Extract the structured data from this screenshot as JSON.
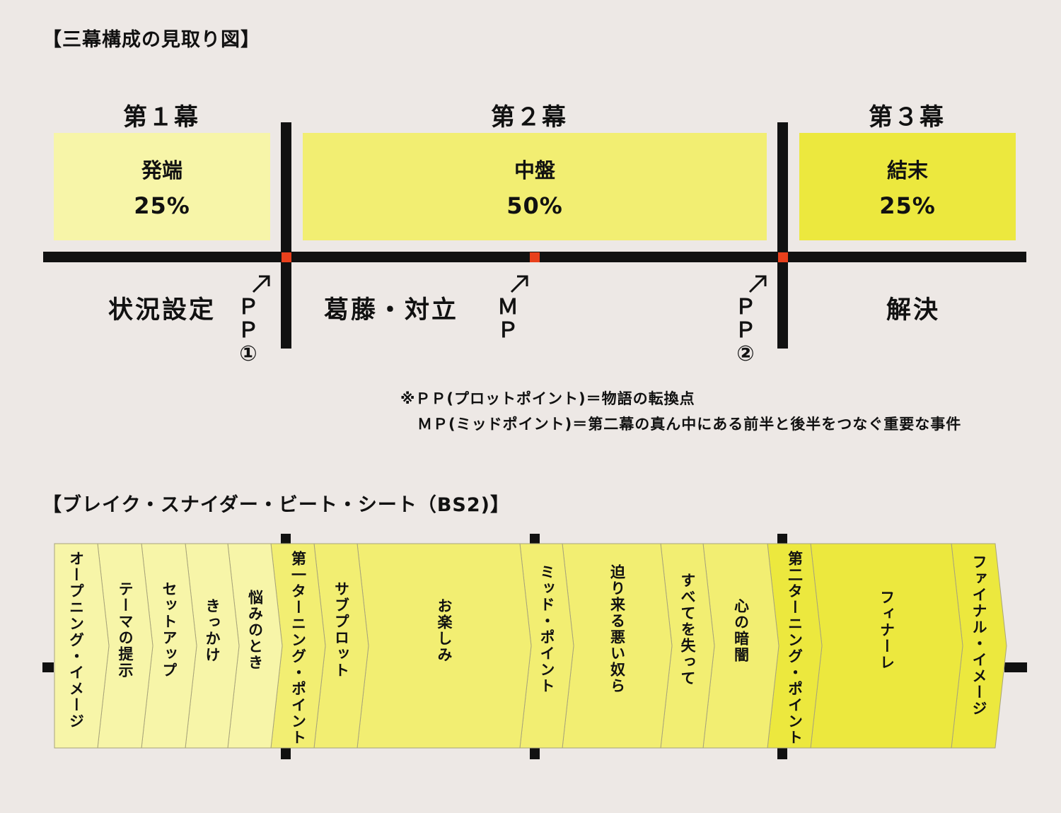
{
  "section1": {
    "title": "【三幕構成の見取り図】",
    "acts": [
      {
        "label": "第１幕",
        "box_name": "発端",
        "box_pct": "25%",
        "color": "#f7f5a8",
        "below": "状況設定"
      },
      {
        "label": "第２幕",
        "box_name": "中盤",
        "box_pct": "50%",
        "color": "#f2ee72",
        "below": "葛藤・対立"
      },
      {
        "label": "第３幕",
        "box_name": "結末",
        "box_pct": "25%",
        "color": "#ece83e",
        "below": "解決"
      }
    ],
    "points": [
      {
        "text": "ＰＰ①"
      },
      {
        "text": "ＭＰ"
      },
      {
        "text": "ＰＰ②"
      }
    ],
    "notes": [
      "※ＰＰ(プロットポイント)＝物語の転換点",
      "ＭＰ(ミッドポイント)＝第二幕の真ん中にある前半と後半をつなぐ重要な事件"
    ],
    "colors": {
      "bar": "#111111",
      "marker": "#e8401c"
    }
  },
  "section2": {
    "title": "【ブレイク・スナイダー・ビート・シート（BS2)】",
    "beats": [
      {
        "label": "オープニング・イメージ",
        "group": 1
      },
      {
        "label": "テーマの提示",
        "group": 1
      },
      {
        "label": "セットアップ",
        "group": 1
      },
      {
        "label": "きっかけ",
        "group": 1
      },
      {
        "label": "悩みのとき",
        "group": 1
      },
      {
        "label": "第一ターニング・ポイント",
        "group": 2
      },
      {
        "label": "サブプロット",
        "group": 2
      },
      {
        "label": "お楽しみ",
        "group": 2
      },
      {
        "label": "ミッド・ポイント",
        "group": 2
      },
      {
        "label": "迫り来る悪い奴ら",
        "group": 2
      },
      {
        "label": "すべてを失って",
        "group": 2
      },
      {
        "label": "心の暗闇",
        "group": 2
      },
      {
        "label": "第二ターニング・ポイント",
        "group": 3
      },
      {
        "label": "フィナーレ",
        "group": 3
      },
      {
        "label": "ファイナル・イメージ",
        "group": 3
      }
    ],
    "group_colors": {
      "1": "#f7f5a8",
      "2": "#f2ee72",
      "3": "#ece83e"
    }
  }
}
